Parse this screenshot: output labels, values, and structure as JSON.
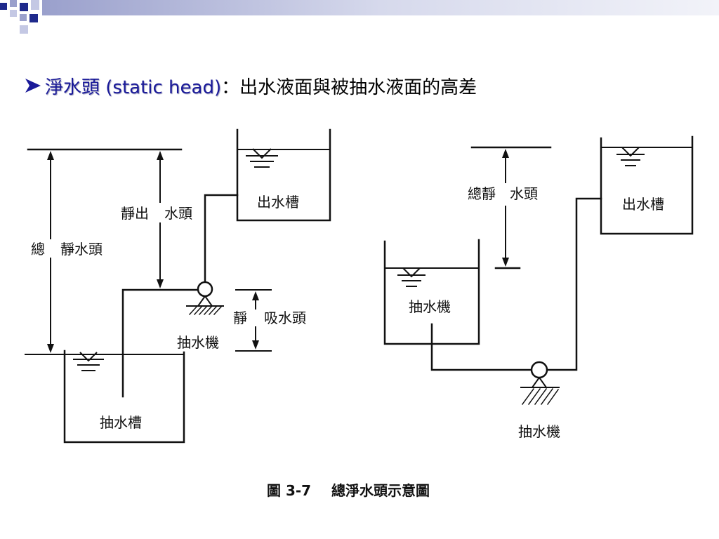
{
  "bullet": {
    "term": "淨水頭 (static head)",
    "separator": "：",
    "definition": "出水液面與被抽水液面的高差"
  },
  "diagram": {
    "left": {
      "total_label_a": "總",
      "total_label_b": "靜水頭",
      "discharge_label_a": "靜出",
      "discharge_label_b": "水頭",
      "suction_label_a": "靜",
      "suction_label_b": "吸水頭",
      "upper_tank": "出水槽",
      "lower_tank": "抽水槽",
      "pump": "抽水機"
    },
    "right": {
      "head_label_a": "總靜",
      "head_label_b": "水頭",
      "upper_tank": "出水槽",
      "lower_tank": "抽水機",
      "pump": "抽水機"
    },
    "caption_fig": "圖 3-7",
    "caption_title": "總淨水頭示意圖"
  },
  "colors": {
    "term": "#1a1a99",
    "deco_dark": "#1f2a8c",
    "deco_light": "#9aa0cc"
  }
}
